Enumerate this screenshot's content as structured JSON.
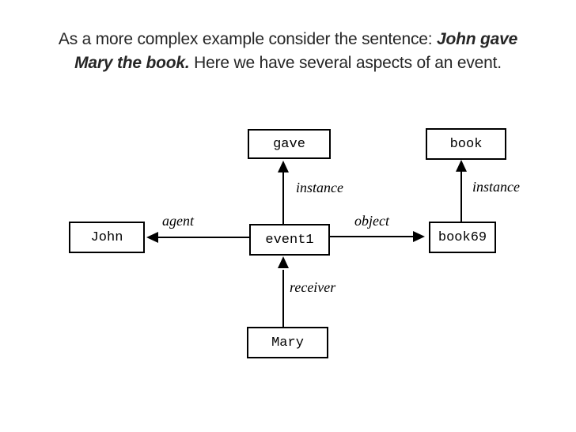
{
  "slide": {
    "title": {
      "line1_normal": "As a more complex example consider the sentence: ",
      "line1_emphasis": "John gave",
      "line2_emphasis": "Mary the book.",
      "line2_normal": " Here we have several aspects of an event."
    },
    "colors": {
      "background": "#ffffff",
      "title_text": "#262626",
      "diagram": "#000000"
    }
  },
  "diagram": {
    "nodes": [
      {
        "id": "gave",
        "label": "gave"
      },
      {
        "id": "book",
        "label": "book"
      },
      {
        "id": "John",
        "label": "John"
      },
      {
        "id": "event1",
        "label": "event1"
      },
      {
        "id": "book69",
        "label": "book69"
      },
      {
        "id": "Mary",
        "label": "Mary"
      }
    ],
    "edges": [
      {
        "from": "event1",
        "to": "gave",
        "label": "instance"
      },
      {
        "from": "book69",
        "to": "book",
        "label": "instance"
      },
      {
        "from": "event1",
        "to": "John",
        "label": "agent"
      },
      {
        "from": "event1",
        "to": "book69",
        "label": "object"
      },
      {
        "from": "Mary",
        "to": "event1",
        "label": "receiver"
      }
    ]
  }
}
